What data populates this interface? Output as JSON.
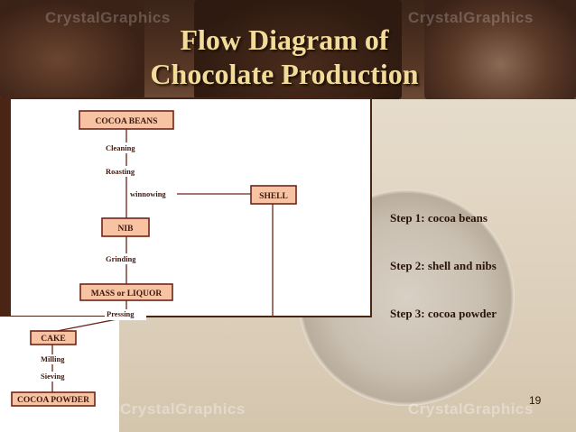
{
  "slide": {
    "title_line1": "Flow Diagram of",
    "title_line2": "Chocolate Production",
    "watermark": "CrystalGraphics",
    "page_number": "19"
  },
  "diagram": {
    "nodes": {
      "cocoa_beans": "COCOA BEANS",
      "shell": "SHELL",
      "nib": "NIB",
      "mass_liquor": "MASS or LIQUOR",
      "cake": "CAKE",
      "cocoa_powder": "COCOA POWDER"
    },
    "steps": {
      "cleaning": "Cleaning",
      "roasting": "Roasting",
      "winnowing": "winnowing",
      "grinding": "Grinding",
      "pressing": "Pressing",
      "milling": "Milling",
      "sieving": "Sieving"
    }
  },
  "steps_list": [
    "Step 1: cocoa beans",
    "Step 2: shell and nibs",
    "Step 3: cocoa powder"
  ],
  "colors": {
    "title": "#f3dc9a",
    "node_fill": "#f7c3a3",
    "node_border": "#6e2418"
  }
}
